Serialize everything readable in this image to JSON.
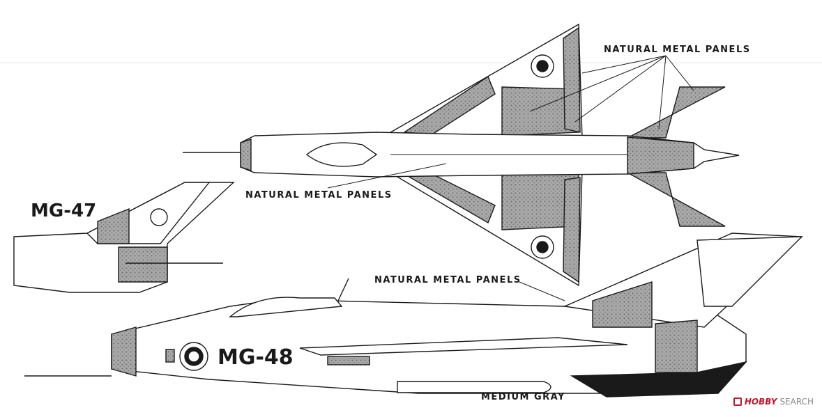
{
  "labels": {
    "top_right": "NATURAL METAL PANELS",
    "top_left": "NATURAL METAL PANELS",
    "side": "NATURAL METAL PANELS",
    "bottom": "MEDIUM GRAY"
  },
  "tail_codes": {
    "partial_side": "MG-47",
    "full_side": "MG-48"
  },
  "watermark": {
    "brand": "HOBBY",
    "suffix": "SEARCH"
  },
  "colors": {
    "ink": "#1a1a1a",
    "panel_gray": "#9a9a9a",
    "natural_metal": "#d8d8d8",
    "watermark_red": "#c0192d"
  }
}
